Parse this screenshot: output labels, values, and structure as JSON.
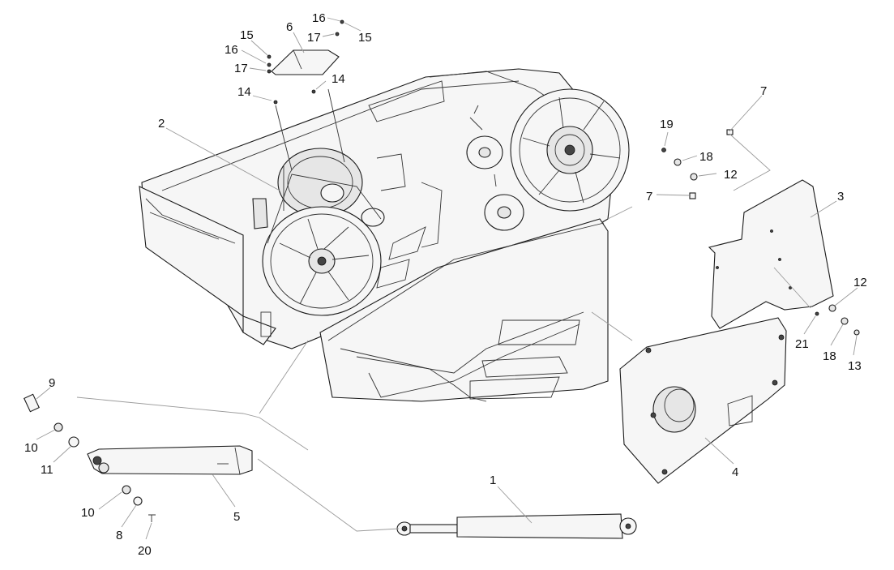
{
  "callouts": [
    {
      "id": "c-1",
      "text": "1"
    },
    {
      "id": "c-2",
      "text": "2"
    },
    {
      "id": "c-3",
      "text": "3"
    },
    {
      "id": "c-4",
      "text": "4"
    },
    {
      "id": "c-5",
      "text": "5"
    },
    {
      "id": "c-6",
      "text": "6"
    },
    {
      "id": "c-7a",
      "text": "7"
    },
    {
      "id": "c-7b",
      "text": "7"
    },
    {
      "id": "c-8",
      "text": "8"
    },
    {
      "id": "c-9",
      "text": "9"
    },
    {
      "id": "c-10a",
      "text": "10"
    },
    {
      "id": "c-10b",
      "text": "10"
    },
    {
      "id": "c-11",
      "text": "11"
    },
    {
      "id": "c-12a",
      "text": "12"
    },
    {
      "id": "c-12b",
      "text": "12"
    },
    {
      "id": "c-13",
      "text": "13"
    },
    {
      "id": "c-14a",
      "text": "14"
    },
    {
      "id": "c-14b",
      "text": "14"
    },
    {
      "id": "c-15a",
      "text": "15"
    },
    {
      "id": "c-15b",
      "text": "15"
    },
    {
      "id": "c-16a",
      "text": "16"
    },
    {
      "id": "c-16b",
      "text": "16"
    },
    {
      "id": "c-17a",
      "text": "17"
    },
    {
      "id": "c-17b",
      "text": "17"
    },
    {
      "id": "c-18a",
      "text": "18"
    },
    {
      "id": "c-18b",
      "text": "18"
    },
    {
      "id": "c-19",
      "text": "19"
    },
    {
      "id": "c-20",
      "text": "20"
    },
    {
      "id": "c-21",
      "text": "21"
    }
  ]
}
